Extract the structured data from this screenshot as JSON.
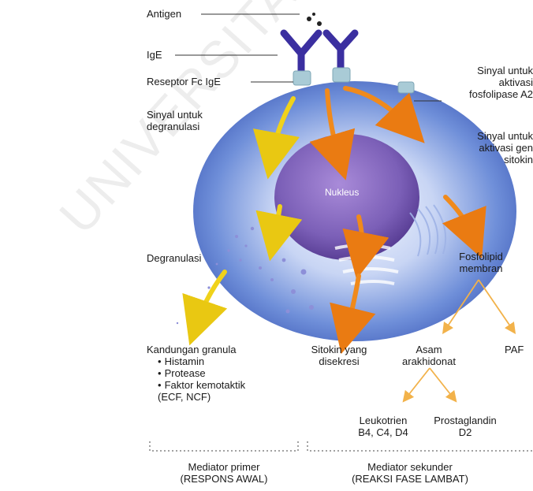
{
  "labels": {
    "antigen": "Antigen",
    "ige": "IgE",
    "reseptor": "Reseptor Fc IgE",
    "sinyal_degranulasi": [
      "Sinyal untuk",
      "degranulasi"
    ],
    "sinyal_fosfolipase": [
      "Sinyal untuk",
      "aktivasi",
      "fosfolipase A2"
    ],
    "sinyal_gen": [
      "Sinyal untuk",
      "aktivasi gen",
      "sitokin"
    ],
    "nukleus": "Nukleus",
    "degranulasi": "Degranulasi",
    "fosfolipid": [
      "Fosfolipid",
      "membran"
    ],
    "kandungan_granula_title": "Kandungan granula",
    "kandungan_items": [
      "Histamin",
      "Protease",
      "Faktor kemotaktik"
    ],
    "kandungan_extra": "(ECF, NCF)",
    "sitokin_disekresi": [
      "Sitokin yang",
      "disekresi"
    ],
    "asam_arakhidonat": [
      "Asam",
      "arakhidonat"
    ],
    "paf": "PAF",
    "leukotrien": [
      "Leukotrien",
      "B4, C4, D4"
    ],
    "prostaglandin": [
      "Prostaglandin",
      "D2"
    ],
    "mediator_primer": [
      "Mediator primer",
      "(RESPONS AWAL)"
    ],
    "mediator_sekunder": [
      "Mediator sekunder",
      "(REAKSI FASE LAMBAT)"
    ]
  },
  "watermark": "UNIVERSITAS TANJUNG",
  "colors": {
    "cell_outer": "#6f8fd9",
    "cell_inner": "#e9eefb",
    "nucleus": "#7b5fb7",
    "antibody": "#3b2fa0",
    "receptor": "#a9cbd6",
    "yellow_arrow": "#f0d21a",
    "orange_arrow": "#f08a1c",
    "pathway_line": "#f2b24a"
  }
}
